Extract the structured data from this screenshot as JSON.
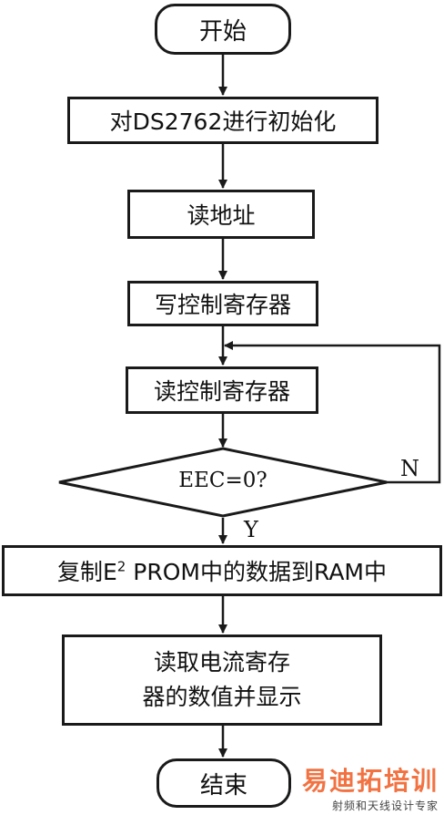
{
  "flowchart": {
    "start": "开始",
    "init": "对DS2762进行初始化",
    "read_address": "读地址",
    "write_control": "写控制寄存器",
    "read_control": "读控制寄存器",
    "decision": "EEC=0?",
    "no_label": "N",
    "yes_label": "Y",
    "copy_pre": "复制E",
    "copy_sup": "2",
    "copy_post": " PROM中的数据到RAM中",
    "read_current_line1": "读取电流寄存",
    "read_current_line2": "器的数值并显示",
    "end": "结束"
  },
  "watermark": {
    "main": "易迪拓培训",
    "sub": "射频和天线设计专家"
  }
}
